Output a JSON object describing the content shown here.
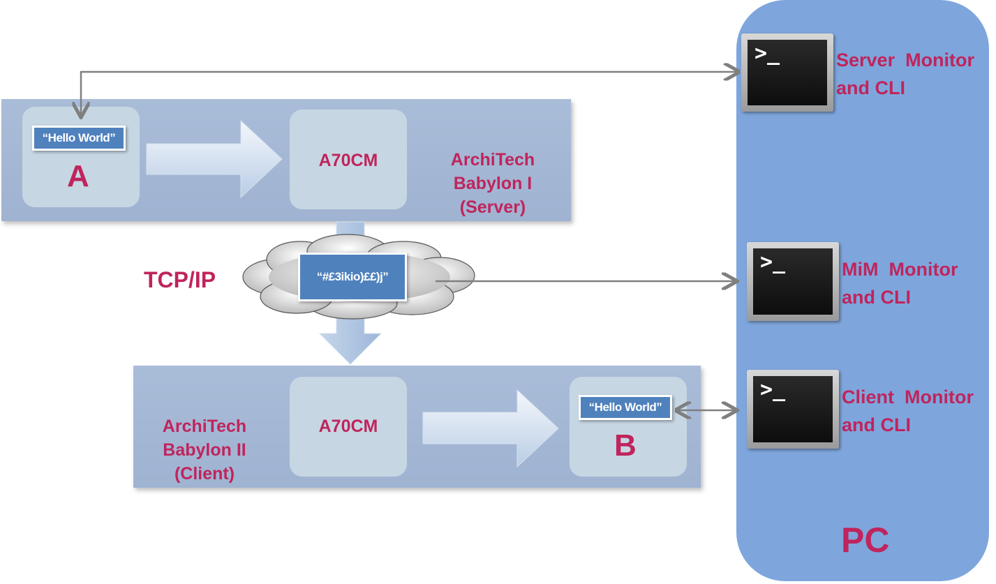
{
  "server": {
    "message": "“Hello World”",
    "node_letter": "A",
    "module": "A70CM",
    "title_lines": [
      "ArchiTech",
      "Babylon I",
      "(Server)"
    ]
  },
  "network": {
    "protocol": "TCP/IP",
    "encrypted_message": "“#£3ikio)££)j”"
  },
  "client": {
    "title_lines": [
      "ArchiTech",
      "Babylon II",
      "(Client)"
    ],
    "module": "A70CM",
    "message": "“Hello World”",
    "node_letter": "B"
  },
  "pc": {
    "label": "PC",
    "terminals": [
      {
        "icon": "terminal-icon",
        "prompt": ">_",
        "lines": [
          "Server  Monitor",
          "and CLI"
        ]
      },
      {
        "icon": "terminal-icon",
        "prompt": ">_",
        "lines": [
          "MiM  Monitor",
          "and CLI"
        ]
      },
      {
        "icon": "terminal-icon",
        "prompt": ">_",
        "lines": [
          "Client  Monitor",
          "and CLI"
        ]
      }
    ]
  },
  "colors": {
    "label_red": "#c0245c",
    "panel_blue": "#a9bcd8",
    "pc_blue": "#7ea6dd",
    "message_blue": "#4f81bd"
  }
}
